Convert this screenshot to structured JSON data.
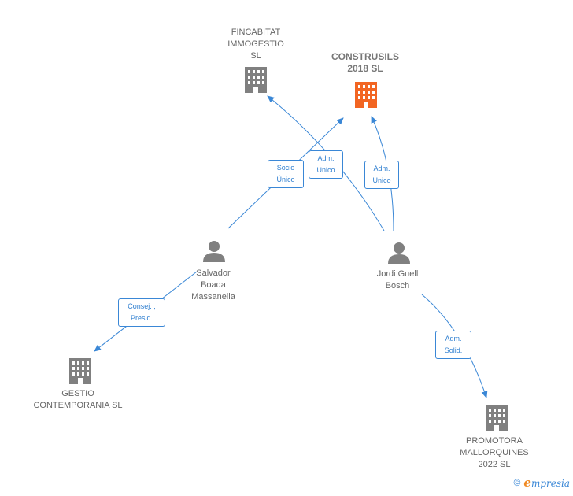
{
  "nodes": {
    "fincabitat": {
      "lines": [
        "FINCABITAT",
        "IMMOGESTIO",
        "SL"
      ]
    },
    "construsils": {
      "lines": [
        "CONSTRUSILS",
        "2018  SL"
      ]
    },
    "salvador": {
      "lines": [
        "Salvador",
        "Boada",
        "Massanella"
      ]
    },
    "jordi": {
      "lines": [
        "Jordi Guell",
        "Bosch"
      ]
    },
    "gestio": {
      "lines": [
        "GESTIO",
        "CONTEMPORANIA SL"
      ]
    },
    "promotora": {
      "lines": [
        "PROMOTORA",
        "MALLORQUINES",
        "2022  SL"
      ]
    }
  },
  "edges": {
    "socio_unico": "Socio\nÚnico",
    "adm_unico_1": "Adm.\nUnico",
    "adm_unico_2": "Adm.\nUnico",
    "consej_presid": "Consej. ,\nPresid.",
    "adm_solid": "Adm.\nSolid."
  },
  "colors": {
    "edge": "#3a87d6",
    "company": "#808080",
    "company_main": "#f26522",
    "person": "#808080"
  },
  "footer": {
    "copyright": "©",
    "brand_initial": "e",
    "brand_rest": "mpresia"
  }
}
